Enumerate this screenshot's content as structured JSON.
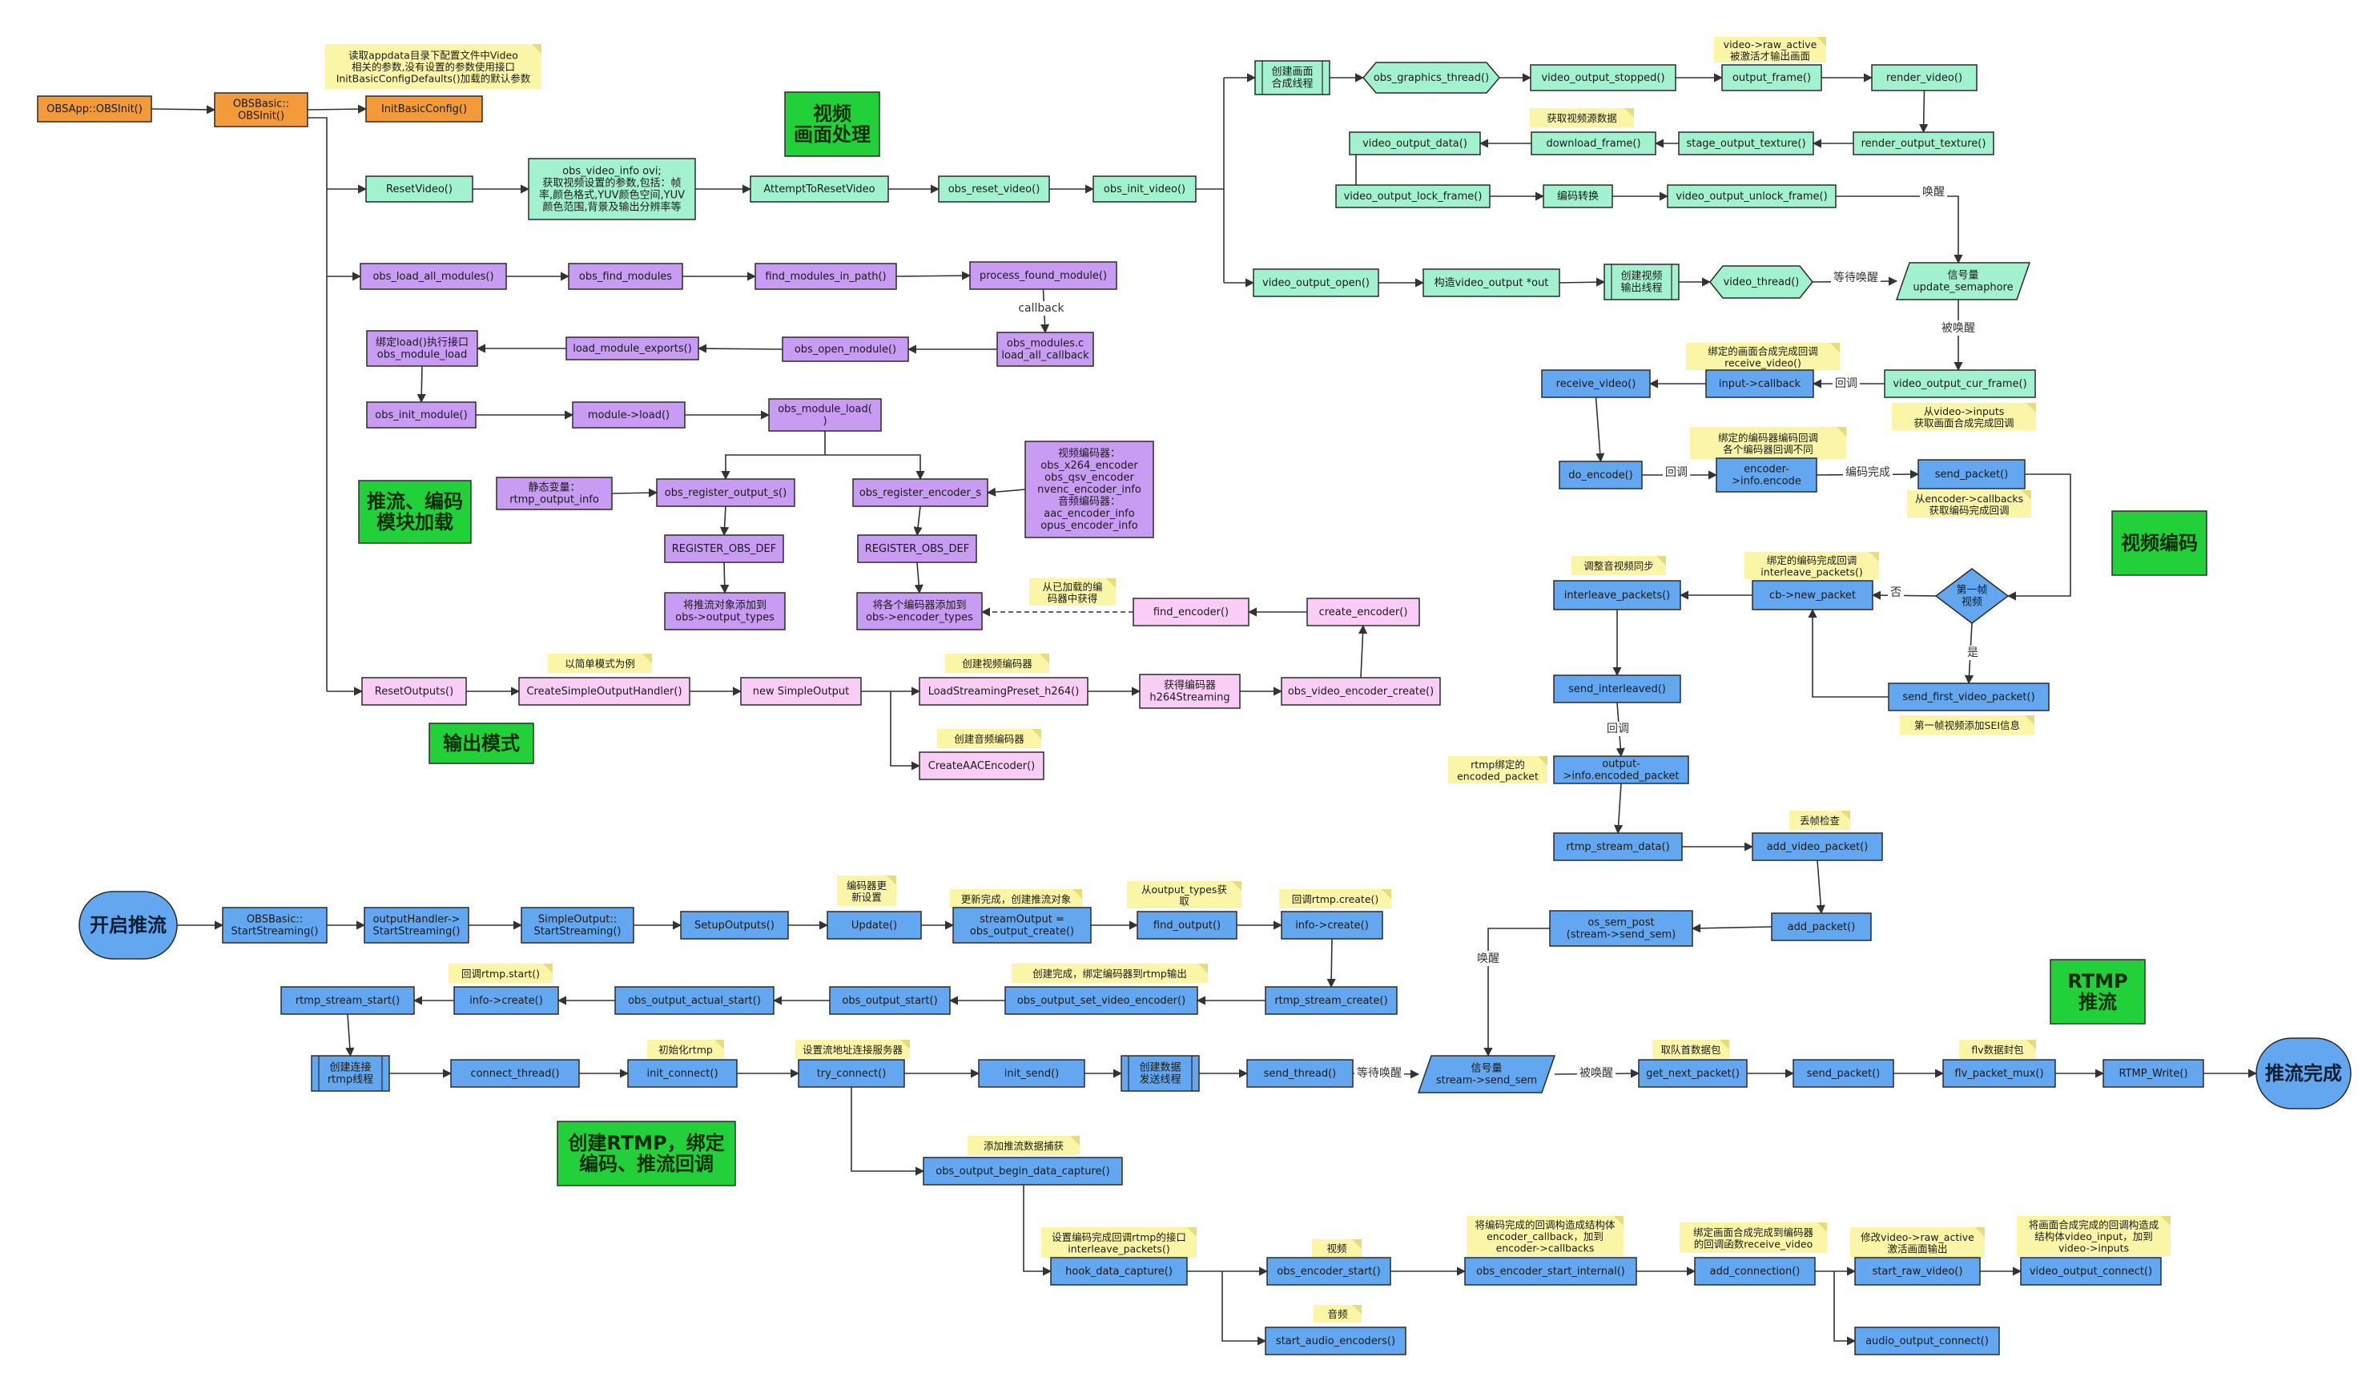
{
  "colors": {
    "orange": "#f39a3a",
    "mint": "#a3f2cf",
    "purple": "#c79cf2",
    "pink": "#f9cdf5",
    "blue": "#62a7f0",
    "green": "#22d13a",
    "note": "#fbf5a8",
    "line": "#333333"
  },
  "nodes": {
    "obsapp_init": "OBSApp::OBSInit()",
    "obsbasic_init": "OBSBasic::\nOBSInit()",
    "init_basic_config": "InitBasicConfig()",
    "note_appdata": "读取appdata目录下配置文件中Video\n相关的参数,没有设置的参数使用接口\nInitBasicConfigDefaults()加载的默认参数",
    "title_video": "视频\n画面处理",
    "reset_video": "ResetVideo()",
    "obs_video_info": "obs_video_info ovi;\n获取视频设置的参数,包括：帧\n率,颜色格式,YUV颜色空间,YUV\n颜色范围,背景及输出分辨率等",
    "attempt_reset_video": "AttemptToResetVideo",
    "obs_reset_video": "obs_reset_video()",
    "obs_init_video": "obs_init_video()",
    "create_render_thread": "创建画面\n合成线程",
    "obs_graphics_thread": "obs_graphics_thread()",
    "video_output_stopped": "video_output_stopped()",
    "output_frame": "output_frame()",
    "note_raw_active": "video->raw_active\n被激活才输出画面",
    "render_video": "render_video()",
    "note_get_video": "获取视频源数据",
    "video_output_data": "video_output_data()",
    "download_frame": "download_frame()",
    "stage_output_texture": "stage_output_texture()",
    "render_output_texture": "render_output_texture()",
    "video_output_lock_frame": "video_output_lock_frame()",
    "encode_convert": "编码转换",
    "video_output_unlock_frame": "video_output_unlock_frame()",
    "video_output_open": "video_output_open()",
    "construct_video_output": "构造video_output *out",
    "create_video_output_thread": "创建视频\n输出线程",
    "video_thread": "video_thread()",
    "semaphore_update": "信号量\nupdate_semaphore",
    "note_bind_render_cb": "绑定的画面合成完成回调\nreceive_video()",
    "receive_video": "receive_video()",
    "input_callback": "input->callback",
    "video_output_cur_frame": "video_output_cur_frame()",
    "note_from_inputs": "从video->inputs\n获取画面合成完成回调",
    "obs_load_all_modules": "obs_load_all_modules()",
    "obs_find_modules": "obs_find_modules",
    "find_modules_in_path": "find_modules_in_path()",
    "process_found_module": "process_found_module()",
    "bind_load_iface": "绑定load()执行接口\nobs_module_load",
    "load_module_exports": "load_module_exports()",
    "obs_open_module": "obs_open_module()",
    "load_all_callback": "obs_modules.c\nload_all_callback",
    "obs_init_module": "obs_init_module()",
    "module_load": "module->load()",
    "obs_module_load": "obs_module_load(\n)",
    "title_modules": "推流、编码\n模块加载",
    "static_var": "静态变量：\nrtmp_output_info",
    "obs_register_output_s": "obs_register_output_s()",
    "obs_register_encoder_s": "obs_register_encoder_s",
    "encoders_list": "视频编码器：\nobs_x264_encoder\nobs_qsv_encoder\nnvenc_encoder_info\n音频编码器：\naac_encoder_info\nopus_encoder_info",
    "register_obs_def_1": "REGISTER_OBS_DEF",
    "register_obs_def_2": "REGISTER_OBS_DEF",
    "add_output_types": "将推流对象添加到\nobs->output_types",
    "add_encoder_types": "将各个编码器添加到\nobs->encoder_types",
    "note_from_loaded": "从已加载的编\n码器中获得",
    "find_encoder": "find_encoder()",
    "create_encoder": "create_encoder()",
    "reset_outputs": "ResetOutputs()",
    "note_simple_mode": "以简单模式为例",
    "create_simple_output_handler": "CreateSimpleOutputHandler()",
    "new_simple_output": "new SimpleOutput",
    "note_create_video_enc": "创建视频编码器",
    "load_streaming_preset": "LoadStreamingPreset_h264()",
    "get_encoder_h264": "获得编码器\nh264Streaming",
    "obs_video_encoder_create": "obs_video_encoder_create()",
    "title_output_mode": "输出模式",
    "note_create_audio_enc": "创建音频编码器",
    "create_aac_encoder": "CreateAACEncoder()",
    "title_video_encode": "视频编码",
    "note_bind_encoder_cb": "绑定的编码器编码回调\n各个编码器回调不同",
    "do_encode": "do_encode()",
    "encoder_info_encode": "encoder-\n>info.encode",
    "send_packet_1": "send_packet()",
    "note_from_encoder_callbacks": "从encoder->callbacks\n获取编码完成回调",
    "note_av_sync": "调整音视频同步",
    "interleave_packets": "interleave_packets()",
    "note_bind_encode_done": "绑定的编码完成回调\ninterleave_packets()",
    "cb_new_packet": "cb->new_packet",
    "first_frame": "第一帧\n视频",
    "send_first_video_packet": "send_first_video_packet()",
    "note_first_frame_sei": "第一帧视频添加SEI信息",
    "send_interleaved": "send_interleaved()",
    "note_rtmp_bind": "rtmp绑定的\nencoded_packet",
    "output_info_encoded_packet": "output-\n>info.encoded_packet",
    "rtmp_stream_data": "rtmp_stream_data()",
    "note_drop_frames": "丢帧检查",
    "add_video_packet": "add_video_packet()",
    "os_sem_post": "os_sem_post\n(stream->send_sem)",
    "add_packet": "add_packet()",
    "start_streaming": "开启推流",
    "obsbasic_start_streaming": "OBSBasic::\nStartStreaming()",
    "outputhandler_start_streaming": "outputHandler->\nStartStreaming()",
    "simpleoutput_start_streaming": "SimpleOutput::\nStartStreaming()",
    "setup_outputs": "SetupOutputs()",
    "note_encoder_update": "编码器更\n新设置",
    "update": "Update()",
    "note_update_done": "更新完成，创建推流对象",
    "obs_output_create": "streamOutput =\nobs_output_create()",
    "note_from_output_types": "从output_types获\n取",
    "find_output": "find_output()",
    "note_cb_rtmp_create": "回调rtmp.create()",
    "info_create_1": "info->create()",
    "rtmp_stream_start": "rtmp_stream_start()",
    "note_cb_rtmp_start": "回调rtmp.start()",
    "info_create_2": "info->create()",
    "obs_output_actual_start": "obs_output_actual_start()",
    "obs_output_start": "obs_output_start()",
    "note_bind_encoder_rtmp": "创建完成，绑定编码器到rtmp输出",
    "obs_output_set_video_encoder": "obs_output_set_video_encoder()",
    "rtmp_stream_create": "rtmp_stream_create()",
    "title_rtmp": "RTMP\n推流",
    "create_rtmp_thread": "创建连接\nrtmp线程",
    "connect_thread": "connect_thread()",
    "note_init_rtmp": "初始化rtmp",
    "init_connect": "init_connect()",
    "note_set_stream_addr": "设置流地址连接服务器",
    "try_connect": "try_connect()",
    "init_send": "init_send()",
    "create_send_thread": "创建数据\n发送线程",
    "send_thread": "send_thread()",
    "semaphore_send": "信号量\nstream->send_sem",
    "note_get_queue": "取队首数据包",
    "get_next_packet": "get_next_packet()",
    "send_packet_2": "send_packet()",
    "note_flv_pack": "flv数据封包",
    "flv_packet_mux": "flv_packet_mux()",
    "rtmp_write": "RTMP_Write()",
    "stream_done": "推流完成",
    "title_create_rtmp": "创建RTMP，绑定\n编码、推流回调",
    "note_add_capture": "添加推流数据捕获",
    "obs_output_begin_data_capture": "obs_output_begin_data_capture()",
    "note_set_encode_cb": "设置编码完成回调rtmp的接口\ninterleave_packets()",
    "hook_data_capture": "hook_data_capture()",
    "note_video": "视频",
    "obs_encoder_start": "obs_encoder_start()",
    "note_encoder_struct": "将编码完成的回调构造成结构体\nencoder_callback，加到\nencoder->callbacks",
    "obs_encoder_start_internal": "obs_encoder_start_internal()",
    "note_bind_receive_video": "绑定画面合成完成到编码器\n的回调函数receive_video",
    "add_connection": "add_connection()",
    "note_raw_active_set": "修改video->raw_active\n激活画面输出",
    "start_raw_video": "start_raw_video()",
    "note_save_inputs": "将画面合成完成的回调构造成\n结构体video_input，加到\nvideo->inputs",
    "video_output_connect": "video_output_connect()",
    "note_audio": "音频",
    "start_audio_encoders": "start_audio_encoders()",
    "audio_output_connect": "audio_output_connect()"
  },
  "edge_labels": {
    "wake_1": "唤醒",
    "wait_wake_1": "等待唤醒",
    "woken_1": "被唤醒",
    "callback_1": "回调",
    "callback_top": "callback",
    "callback_2": "回调",
    "encode_done": "编码完成",
    "no": "否",
    "yes": "是",
    "callback_3": "回调",
    "wake_2": "唤醒",
    "wait_wake_2": "等待唤醒",
    "woken_2": "被唤醒"
  }
}
